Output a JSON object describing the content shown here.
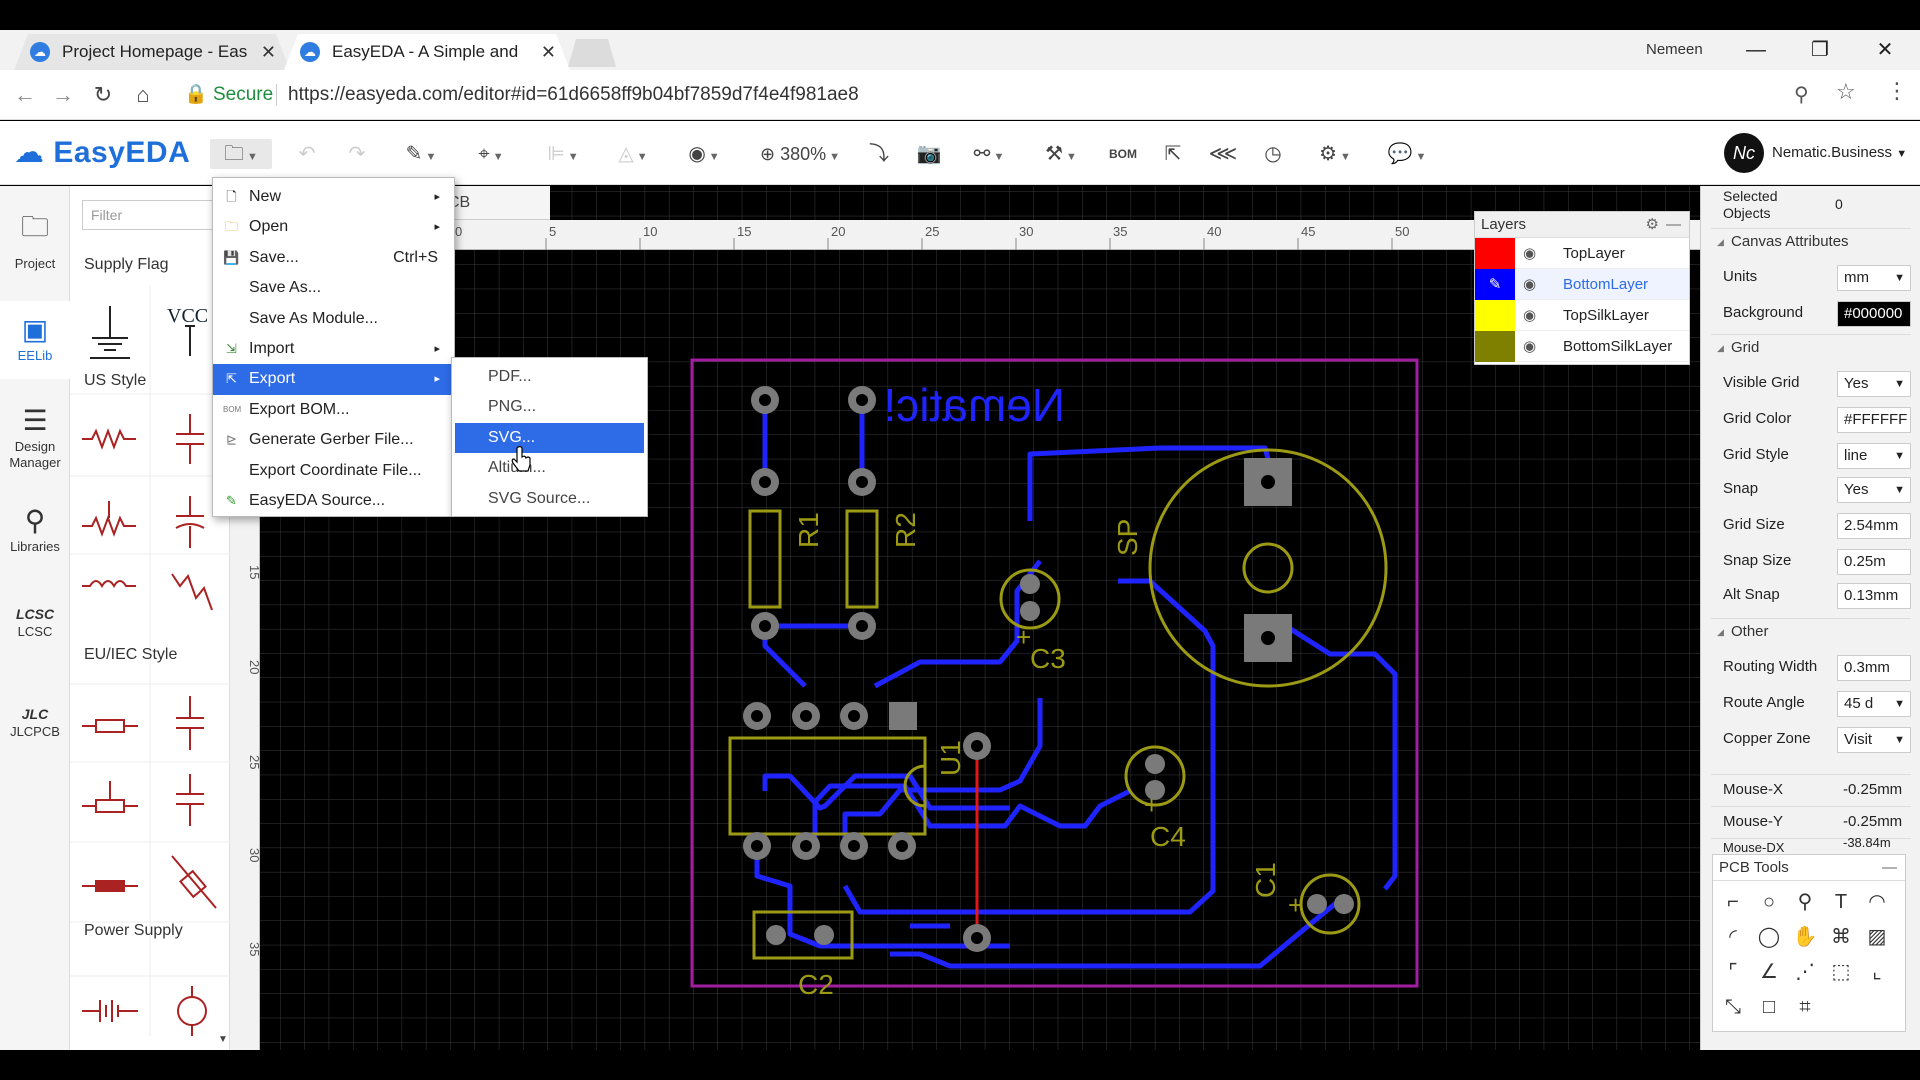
{
  "browser": {
    "tabs": [
      {
        "label": "Project Homepage - Eas"
      },
      {
        "label": "EasyEDA - A Simple and"
      }
    ],
    "user_name": "Nemeen",
    "secure_label": "Secure",
    "url": "https://easyeda.com/editor#id=61d6658ff9b04bf7859d7f4e4f981ae8"
  },
  "app": {
    "logo": "EasyEDA",
    "zoom": "380%",
    "bom_label": "BOM",
    "account": "Nematic.Business"
  },
  "left_nav": [
    {
      "label": "Project",
      "icon": "folder-icon"
    },
    {
      "label": "EELib",
      "icon": "chip-icon"
    },
    {
      "label": "Design Manager",
      "icon": "list-icon"
    },
    {
      "label": "Libraries",
      "icon": "search-icon"
    },
    {
      "label": "LCSC",
      "icon": "lcsc-logo-icon"
    },
    {
      "label": "JLCPCB",
      "icon": "jlcpcb-logo-icon"
    }
  ],
  "library": {
    "filter_placeholder": "Filter",
    "sections": [
      "Supply Flag",
      "US Style",
      "EU/IEC Style",
      "Power Supply"
    ],
    "vcc_label": "VCC"
  },
  "document_tab": "CB",
  "file_menu": [
    {
      "label": "New",
      "shortcut": "",
      "submenu": true
    },
    {
      "label": "Open",
      "shortcut": "",
      "submenu": true
    },
    {
      "label": "Save...",
      "shortcut": "Ctrl+S",
      "submenu": false
    },
    {
      "label": "Save As...",
      "shortcut": "",
      "submenu": false
    },
    {
      "label": "Save As Module...",
      "shortcut": "",
      "submenu": false
    },
    {
      "label": "Import",
      "shortcut": "",
      "submenu": true
    },
    {
      "label": "Export",
      "shortcut": "",
      "submenu": true
    },
    {
      "label": "Export BOM...",
      "shortcut": "",
      "submenu": false
    },
    {
      "label": "Generate Gerber File...",
      "shortcut": "",
      "submenu": false
    },
    {
      "label": "Export Coordinate File...",
      "shortcut": "",
      "submenu": false
    },
    {
      "label": "EasyEDA Source...",
      "shortcut": "",
      "submenu": false
    }
  ],
  "export_menu": [
    "PDF...",
    "PNG...",
    "SVG...",
    "Altium...",
    "SVG Source..."
  ],
  "ruler_ticks": [
    "0",
    "5",
    "10",
    "15",
    "20",
    "25",
    "30",
    "35",
    "40",
    "45",
    "50"
  ],
  "vruler_ticks": [
    "15",
    "20",
    "25",
    "30",
    "35"
  ],
  "pcb": {
    "silk_text": "Nematic!",
    "labels": [
      "R1",
      "R2",
      "SP",
      "C3",
      "U1",
      "C4",
      "C1",
      "C2"
    ]
  },
  "layers": {
    "title": "Layers",
    "items": [
      {
        "name": "TopLayer",
        "color": "#ff0000"
      },
      {
        "name": "BottomLayer",
        "color": "#0000ff"
      },
      {
        "name": "TopSilkLayer",
        "color": "#ffff00"
      },
      {
        "name": "BottomSilkLayer",
        "color": "#808000"
      }
    ]
  },
  "properties": {
    "selected_label": "Selected Objects",
    "selected_count": "0",
    "canvas_section": "Canvas Attributes",
    "units_label": "Units",
    "units": "mm",
    "background_label": "Background",
    "background": "#000000",
    "grid_section": "Grid",
    "visible_grid_label": "Visible Grid",
    "visible_grid": "Yes",
    "grid_color_label": "Grid Color",
    "grid_color": "#FFFFFF",
    "grid_style_label": "Grid Style",
    "grid_style": "line",
    "snap_label": "Snap",
    "snap": "Yes",
    "grid_size_label": "Grid Size",
    "grid_size": "2.54mm",
    "snap_size_label": "Snap Size",
    "snap_size": "0.25m",
    "alt_snap_label": "Alt Snap",
    "alt_snap": "0.13mm",
    "other_section": "Other",
    "routing_width_label": "Routing Width",
    "routing_width": "0.3mm",
    "route_angle_label": "Route Angle",
    "route_angle": "45 d",
    "copper_zone_label": "Copper Zone",
    "copper_zone": "Visit",
    "mouse_x_label": "Mouse-X",
    "mouse_x": "-0.25mm",
    "mouse_y_label": "Mouse-Y",
    "mouse_y": "-0.25mm",
    "mouse_dx_label": "Mouse-DX",
    "mouse_dx": "-38.84m"
  },
  "pcb_tools_title": "PCB Tools"
}
